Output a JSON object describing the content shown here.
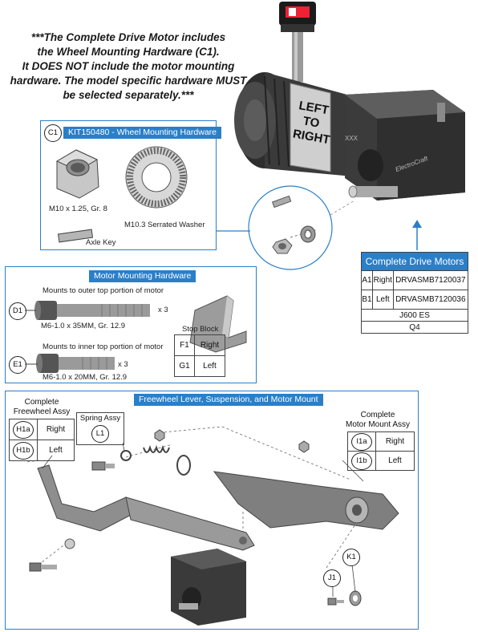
{
  "note_lines": [
    "***The Complete Drive Motor includes",
    "the Wheel Mounting Hardware (C1).",
    "It DOES NOT include the motor mounting",
    "hardware. The model specific hardware MUST",
    "be selected separately.***"
  ],
  "motor_label": {
    "line1": "LEFT",
    "line2": "TO",
    "line3": "RIGHT",
    "xxx": "XXX",
    "brand": "ElectroCraft"
  },
  "wheel_hw": {
    "ref": "C1",
    "title": "KIT150480 - Wheel Mounting Hardware",
    "nut_label": "M10 x 1.25, Gr. 8",
    "washer_label": "M10.3 Serrated Washer",
    "key_label": "Axle Key"
  },
  "drive_motors": {
    "title": "Complete Drive Motors",
    "rows": [
      {
        "ref": "A1",
        "side": "Right",
        "part": "DRVASMB7120037"
      },
      {
        "ref": "B1",
        "side": "Left",
        "part": "DRVASMB7120036"
      }
    ],
    "model": "J600 ES",
    "variant": "Q4"
  },
  "motor_mount_hw": {
    "title": "Motor Mounting Hardware",
    "d1_desc": "Mounts to outer top portion of motor",
    "d1_ref": "D1",
    "d1_spec": "M6-1.0 x 35MM, Gr. 12.9",
    "d1_qty": "x 3",
    "e1_desc": "Mounts to inner top portion of motor",
    "e1_ref": "E1",
    "e1_spec": "M6-1.0 x 20MM, Gr. 12.9",
    "e1_qty": "x 3",
    "stop_block_label": "Stop Block",
    "stop_rows": [
      {
        "ref": "F1",
        "side": "Right"
      },
      {
        "ref": "G1",
        "side": "Left"
      }
    ]
  },
  "freewheel": {
    "title": "Freewheel Lever, Suspension, and Motor Mount",
    "freewheel_assy": {
      "line1": "Complete",
      "line2": "Freewheel Assy",
      "rows": [
        {
          "ref": "H1a",
          "side": "Right"
        },
        {
          "ref": "H1b",
          "side": "Left"
        }
      ]
    },
    "spring_assy": {
      "label": "Spring Assy",
      "ref": "L1"
    },
    "motor_mount_assy": {
      "line1": "Complete",
      "line2": "Motor Mount Assy",
      "rows": [
        {
          "ref": "I1a",
          "side": "Right"
        },
        {
          "ref": "I1b",
          "side": "Left"
        }
      ]
    },
    "j1": "J1",
    "k1": "K1"
  }
}
